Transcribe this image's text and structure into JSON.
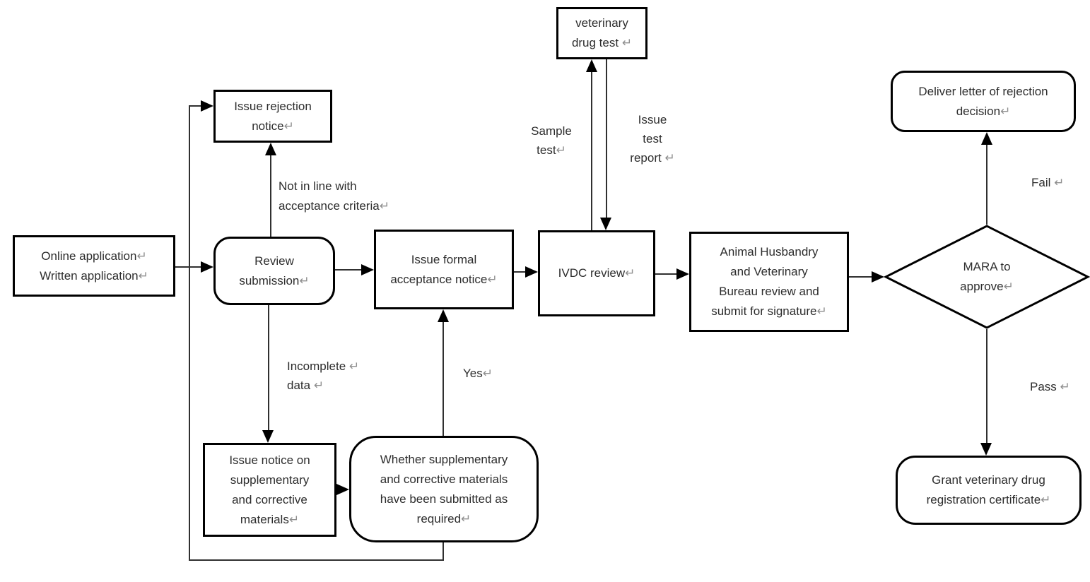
{
  "colors": {
    "box_border": "#000000",
    "text": "#2d2d2d",
    "return_mark": "#8f8f8f",
    "connector": "#303030"
  },
  "nodes": {
    "online_application": {
      "lines": [
        {
          "t": "Online application",
          "m": "↵"
        },
        {
          "t": "Written application",
          "m": "↵"
        }
      ]
    },
    "review_submission": {
      "lines": [
        {
          "t": "Review",
          "m": ""
        },
        {
          "t": "submission",
          "m": "↵"
        }
      ]
    },
    "issue_rejection_notice": {
      "lines": [
        {
          "t": "Issue rejection",
          "m": ""
        },
        {
          "t": "notice",
          "m": "↵"
        }
      ]
    },
    "issue_formal_acceptance": {
      "lines": [
        {
          "t": "Issue formal",
          "m": ""
        },
        {
          "t": "acceptance notice",
          "m": "↵"
        }
      ]
    },
    "ivdc_review": {
      "lines": [
        {
          "t": "IVDC review",
          "m": "↵"
        }
      ]
    },
    "veterinary_drug_test": {
      "lines": [
        {
          "t": "veterinary",
          "m": ""
        },
        {
          "t": "drug test",
          "m": " ↵"
        }
      ]
    },
    "animal_husbandry": {
      "lines": [
        {
          "t": "Animal Husbandry",
          "m": ""
        },
        {
          "t": "and Veterinary",
          "m": ""
        },
        {
          "t": "Bureau review and",
          "m": ""
        },
        {
          "t": "submit for signature",
          "m": "↵"
        }
      ]
    },
    "mara_approve": {
      "lines": [
        {
          "t": "MARA to",
          "m": ""
        },
        {
          "t": "approve",
          "m": "↵"
        }
      ]
    },
    "deliver_rejection": {
      "lines": [
        {
          "t": "Deliver letter of rejection",
          "m": ""
        },
        {
          "t": "decision",
          "m": "↵"
        }
      ]
    },
    "grant_certificate": {
      "lines": [
        {
          "t": "Grant veterinary drug",
          "m": ""
        },
        {
          "t": "registration certificate",
          "m": "↵"
        }
      ]
    },
    "issue_notice_supplementary": {
      "lines": [
        {
          "t": "Issue notice on",
          "m": ""
        },
        {
          "t": "supplementary",
          "m": ""
        },
        {
          "t": "and corrective",
          "m": ""
        },
        {
          "t": "materials",
          "m": "↵"
        }
      ]
    },
    "whether_supplementary": {
      "lines": [
        {
          "t": "Whether supplementary",
          "m": ""
        },
        {
          "t": "and corrective materials",
          "m": ""
        },
        {
          "t": "have been submitted as",
          "m": ""
        },
        {
          "t": "required",
          "m": "↵"
        }
      ]
    }
  },
  "edge_labels": {
    "not_in_line": {
      "lines": [
        {
          "t": "Not in line with",
          "m": ""
        },
        {
          "t": "acceptance criteria",
          "m": "↵"
        }
      ]
    },
    "sample_test": {
      "lines": [
        {
          "t": "Sample",
          "m": ""
        },
        {
          "t": "test",
          "m": "↵"
        }
      ]
    },
    "issue_test_report": {
      "lines": [
        {
          "t": "Issue",
          "m": ""
        },
        {
          "t": "test",
          "m": ""
        },
        {
          "t": "report",
          "m": " ↵"
        }
      ]
    },
    "incomplete_data": {
      "lines": [
        {
          "t": "Incomplete",
          "m": " ↵"
        },
        {
          "t": "data",
          "m": " ↵"
        }
      ]
    },
    "yes": {
      "lines": [
        {
          "t": "Yes",
          "m": "↵"
        }
      ]
    },
    "fail": {
      "lines": [
        {
          "t": "Fail",
          "m": " ↵"
        }
      ]
    },
    "pass": {
      "lines": [
        {
          "t": "Pass",
          "m": " ↵"
        }
      ]
    }
  }
}
